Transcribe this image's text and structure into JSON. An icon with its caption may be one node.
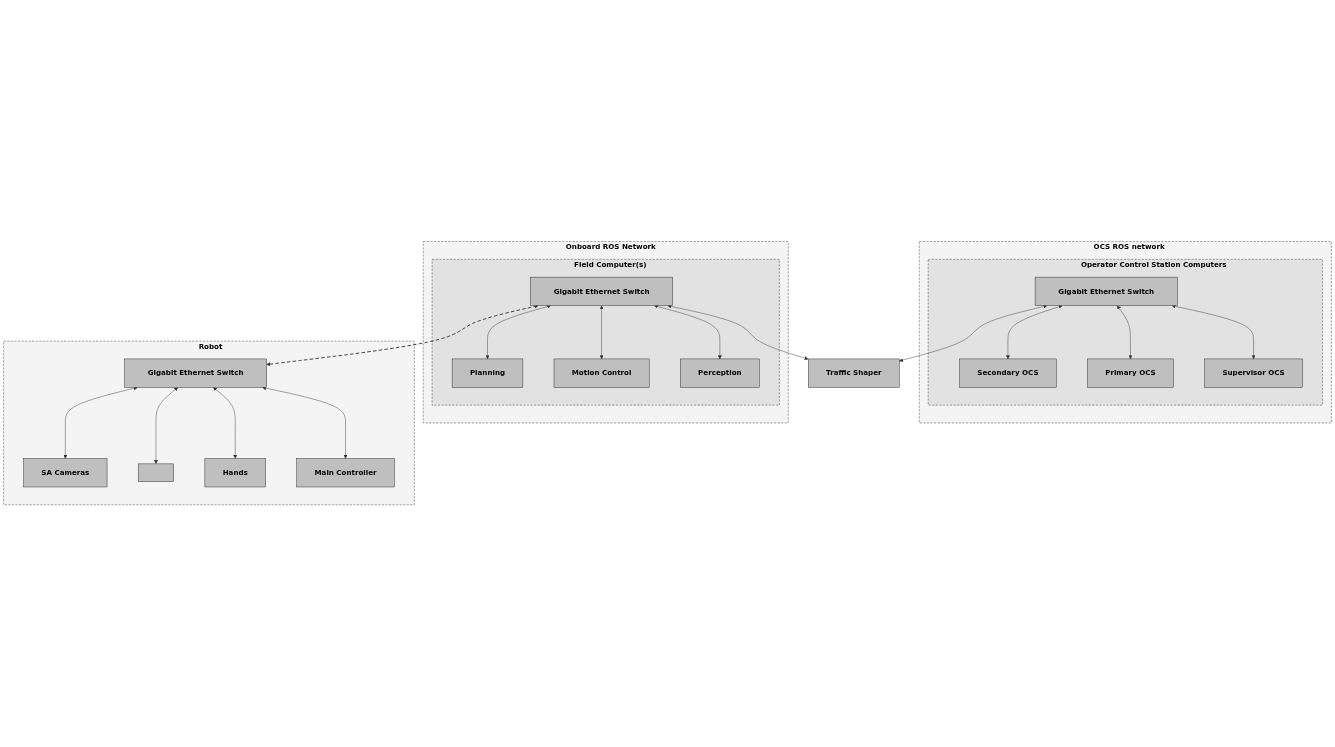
{
  "diagram": {
    "nodes": [
      {
        "text": [
          "OCS ROS network"
        ]
      },
      {
        "text": [
          "Operator Control Station Computers"
        ],
        "in": 0
      },
      {
        "text": [
          "Supervisor OCS"
        ],
        "in": 1
      },
      {
        "text": [
          "Primary OCS"
        ],
        "in": 1
      },
      {
        "text": [
          "Secondary OCS"
        ],
        "in": 1
      },
      {
        "text": [
          "Gigabit Ethernet Switch"
        ],
        "in": 1
      },
      {
        "text": [
          "Traffic Shaper"
        ]
      },
      {
        "text": [
          "Onboard ROS Network"
        ]
      },
      {
        "text": [
          "Field Computer(s)"
        ],
        "in": 7
      },
      {
        "text": [
          "Gigabit Ethernet Switch"
        ],
        "in": 8
      },
      {
        "text": [
          "Perception"
        ],
        "in": 8
      },
      {
        "text": [
          "Motion Control"
        ],
        "in": 8
      },
      {
        "text": [
          "Planning"
        ],
        "in": 8
      },
      {
        "text": [
          "Robot"
        ]
      },
      {
        "text": [
          "Gigabit Ethernet Switch"
        ],
        "in": 13
      },
      {
        "text": [
          "Main Controller"
        ],
        "in": 13
      },
      {
        "text": [
          "Hands"
        ],
        "in": 13
      },
      {
        "text": [],
        "shape": "box",
        "in": 13
      },
      {
        "text": [
          "SA Cameras"
        ],
        "in": 13
      }
    ],
    "edges": [
      {
        "from": 5,
        "to": 2,
        "arrow": "both"
      },
      {
        "from": 5,
        "to": 3,
        "arrow": "both"
      },
      {
        "from": 5,
        "to": 4,
        "arrow": "both"
      },
      {
        "from": 5,
        "to": 6,
        "arrow": "both"
      },
      {
        "from": 9,
        "to": 6,
        "arrow": "both"
      },
      {
        "from": 9,
        "to": 10,
        "arrow": "both"
      },
      {
        "from": 9,
        "to": 11,
        "arrow": "both"
      },
      {
        "from": 9,
        "to": 12,
        "arrow": "both"
      },
      {
        "from": 9,
        "to": 14,
        "arrow": "both",
        "style": "dashed"
      },
      {
        "from": 14,
        "to": 15,
        "arrow": "both"
      },
      {
        "from": 14,
        "to": 16,
        "arrow": "both"
      },
      {
        "from": 14,
        "to": 17,
        "arrow": "both"
      },
      {
        "from": 14,
        "to": 18,
        "arrow": "both"
      }
    ]
  }
}
